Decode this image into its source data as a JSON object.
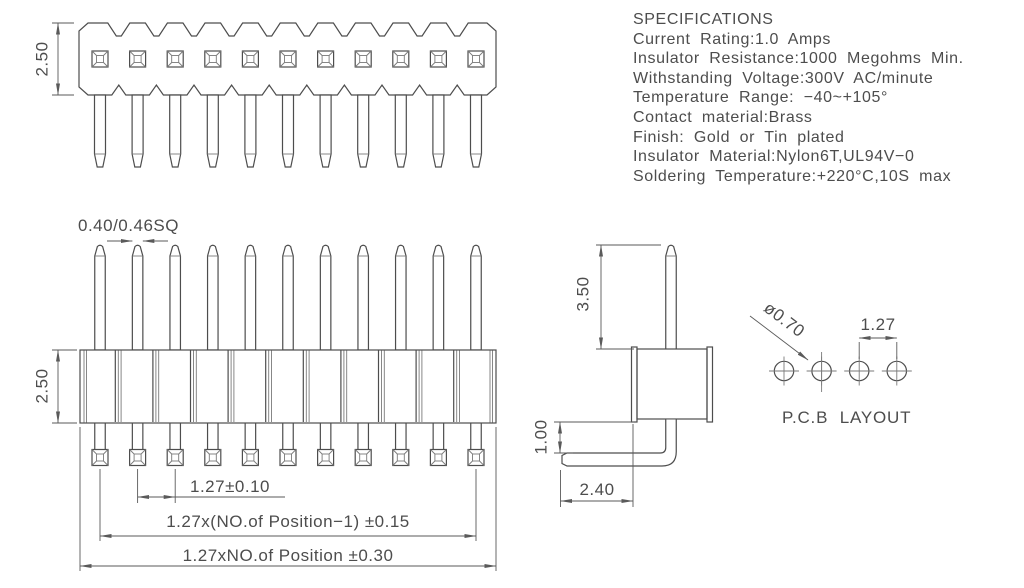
{
  "page": {
    "background": "#ffffff",
    "line_color": "#4d4d4d"
  },
  "specs": {
    "title": "SPECIFICATIONS",
    "lines": [
      "Current Rating:1.0 Amps",
      "Insulator Resistance:1000 Megohms Min.",
      "Withstanding Voltage:300V AC/minute",
      "Temperature Range: −40~+105°",
      "Contact material:Brass",
      "Finish: Gold or Tin plated",
      "Insulator Material:Nylon6T,UL94V−0",
      "Soldering Temperature:+220°C,10S max"
    ]
  },
  "top_view": {
    "height_dim": "2.50",
    "pins_shown": 11
  },
  "front_view": {
    "pin_size_dim": "0.40/0.46SQ",
    "height_dim": "2.50",
    "pitch_dim": "1.27±0.10",
    "inner_span_dim": "1.27x(NO.of Position−1) ±0.15",
    "outer_span_dim": "1.27xNO.of Position ±0.30",
    "pins_shown": 11
  },
  "side_view": {
    "pin_above_dim": "3.50",
    "leg_offset_dim": "1.00",
    "leg_length_dim": "2.40"
  },
  "pcb_layout": {
    "hole_dia_dim": "ø0.70",
    "pitch_dim": "1.27",
    "label": "P.C.B LAYOUT",
    "holes_shown": 4
  }
}
